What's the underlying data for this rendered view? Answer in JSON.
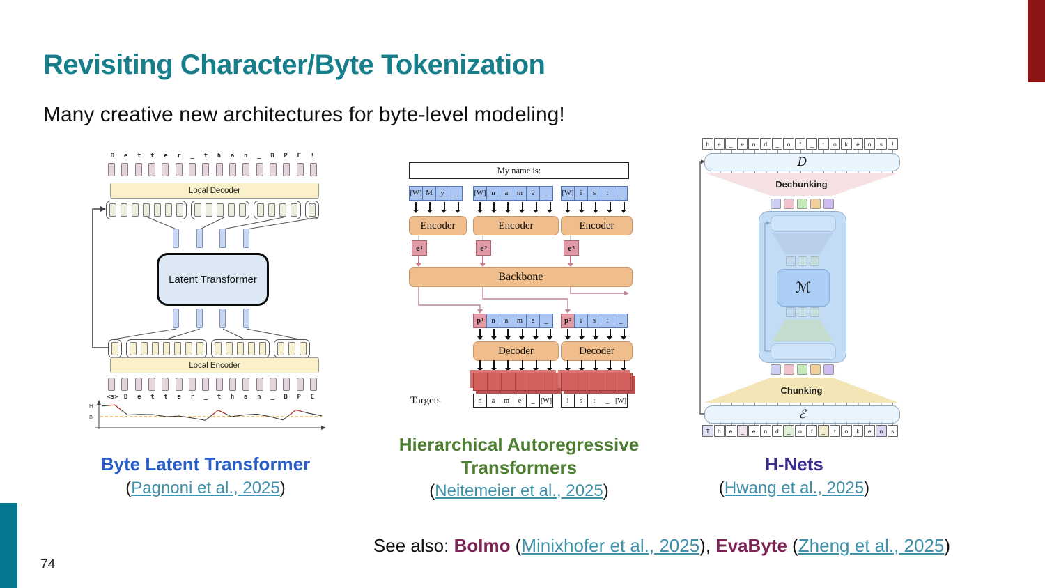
{
  "header": {
    "title": "Revisiting Character/Byte Tokenization",
    "subtitle": "Many creative new architectures for byte-level modeling!"
  },
  "page_number": "74",
  "punct": {
    "open": "(",
    "close": ")",
    "sp_open": " (",
    "comma": ", "
  },
  "colors": {
    "title": "#177E8C",
    "link": "#4090AA",
    "name_maroon": "#7C2355",
    "accent_red": "#8C1515",
    "accent_teal": "#047890"
  },
  "figures": {
    "blt": {
      "top_chars": [
        "B",
        "e",
        "t",
        "t",
        "e",
        "r",
        "_",
        "t",
        "h",
        "a",
        "n",
        "_",
        "B",
        "P",
        "E",
        "!"
      ],
      "decoder_label": "Local Decoder",
      "top_groups": [
        7,
        5,
        4,
        1
      ],
      "latent_label": "Latent Transformer",
      "bottom_groups": [
        1,
        7,
        5,
        3
      ],
      "encoder_label": "Local Encoder",
      "bottom_chars": [
        "<s>",
        "B",
        "e",
        "t",
        "t",
        "e",
        "r",
        "_",
        "t",
        "h",
        "a",
        "n",
        "_",
        "B",
        "P",
        "E"
      ],
      "chart": {
        "type": "line",
        "y_top_label": "H",
        "y_bottom_label": "B",
        "values": [
          0.78,
          0.82,
          0.46,
          0.48,
          0.47,
          0.4,
          0.42,
          0.35,
          0.27,
          0.63,
          0.4,
          0.46,
          0.49,
          0.4,
          0.28,
          0.64,
          0.52,
          0.43
        ],
        "peaks": [
          1,
          9,
          15
        ],
        "threshold": 0.4
      }
    },
    "hat": {
      "prompt": "My name is:",
      "encoder_groups": [
        {
          "cells": [
            "[W]",
            "M",
            "y",
            "_"
          ]
        },
        {
          "cells": [
            "[W]",
            "n",
            "a",
            "m",
            "e",
            "_"
          ]
        },
        {
          "cells": [
            "[W]",
            "i",
            "s",
            ":",
            "_"
          ]
        }
      ],
      "encoder_label": "Encoder",
      "e_labels": [
        {
          "base": "e",
          "sup": "1"
        },
        {
          "base": "e",
          "sup": "2"
        },
        {
          "base": "e",
          "sup": "3"
        }
      ],
      "backbone_label": "Backbone",
      "decoder_rows": [
        {
          "cells": [
            {
              "ch": "p",
              "sup": "1",
              "cls": "pcell"
            },
            "n",
            "a",
            "m",
            "e",
            "_"
          ]
        },
        {
          "cells": [
            {
              "ch": "p",
              "sup": "2",
              "cls": "pcell"
            },
            "i",
            "s",
            ":",
            "_"
          ]
        }
      ],
      "decoder_label": "Decoder",
      "targets_label": "Targets",
      "target_rows": [
        [
          "n",
          "a",
          "m",
          "e",
          "_",
          "[W]"
        ],
        [
          "i",
          "s",
          ":",
          "_",
          "[W]"
        ]
      ]
    },
    "hnet": {
      "top_chars": [
        "h",
        "e",
        "_",
        "e",
        "n",
        "d",
        "_",
        "o",
        "f",
        "_",
        "t",
        "o",
        "k",
        "e",
        "n",
        "s",
        "!"
      ],
      "d_label": "D",
      "dechunk_label": "Dechunking",
      "m_label": "ℳ",
      "chunk_label": "Chunking",
      "e_label": "ℰ",
      "square_colors": [
        "#CCCFF3",
        "#F3C0CE",
        "#C4E8B8",
        "#F1CF9B",
        "#CFBBEF"
      ],
      "inner_square_colors": [
        "#C2D6EE",
        "#C8E0E4",
        "#C4DCD8"
      ],
      "bottom_chars": [
        {
          "ch": "T",
          "bg": "#DEE0F6"
        },
        {
          "ch": "h"
        },
        {
          "ch": "e"
        },
        {
          "ch": "_",
          "bg": "#EFE3ED"
        },
        {
          "ch": "e"
        },
        {
          "ch": "n"
        },
        {
          "ch": "d"
        },
        {
          "ch": "_",
          "bg": "#DFF0D8"
        },
        {
          "ch": "o"
        },
        {
          "ch": "f"
        },
        {
          "ch": "_",
          "bg": "#F2ECD2"
        },
        {
          "ch": "t"
        },
        {
          "ch": "o"
        },
        {
          "ch": "k"
        },
        {
          "ch": "e"
        },
        {
          "ch": "n",
          "bg": "#DCD8F4"
        },
        {
          "ch": "s"
        }
      ]
    }
  },
  "captions": [
    {
      "title": "Byte Latent Transformer",
      "color": "#2A5CC6",
      "cite": "Pagnoni et al., 2025"
    },
    {
      "title": "Hierarchical Autoregressive Transformers",
      "color": "#4E7E31",
      "cite": "Neitemeier et al., 2025"
    },
    {
      "title": "H-Nets",
      "color": "#382D8A",
      "cite": "Hwang et al., 2025"
    }
  ],
  "see_also": {
    "prefix": "See also: ",
    "items": [
      {
        "name": "Bolmo",
        "cite": "Minixhofer et al., 2025"
      },
      {
        "name": "EvaByte",
        "cite": "Zheng et al., 2025"
      }
    ]
  }
}
